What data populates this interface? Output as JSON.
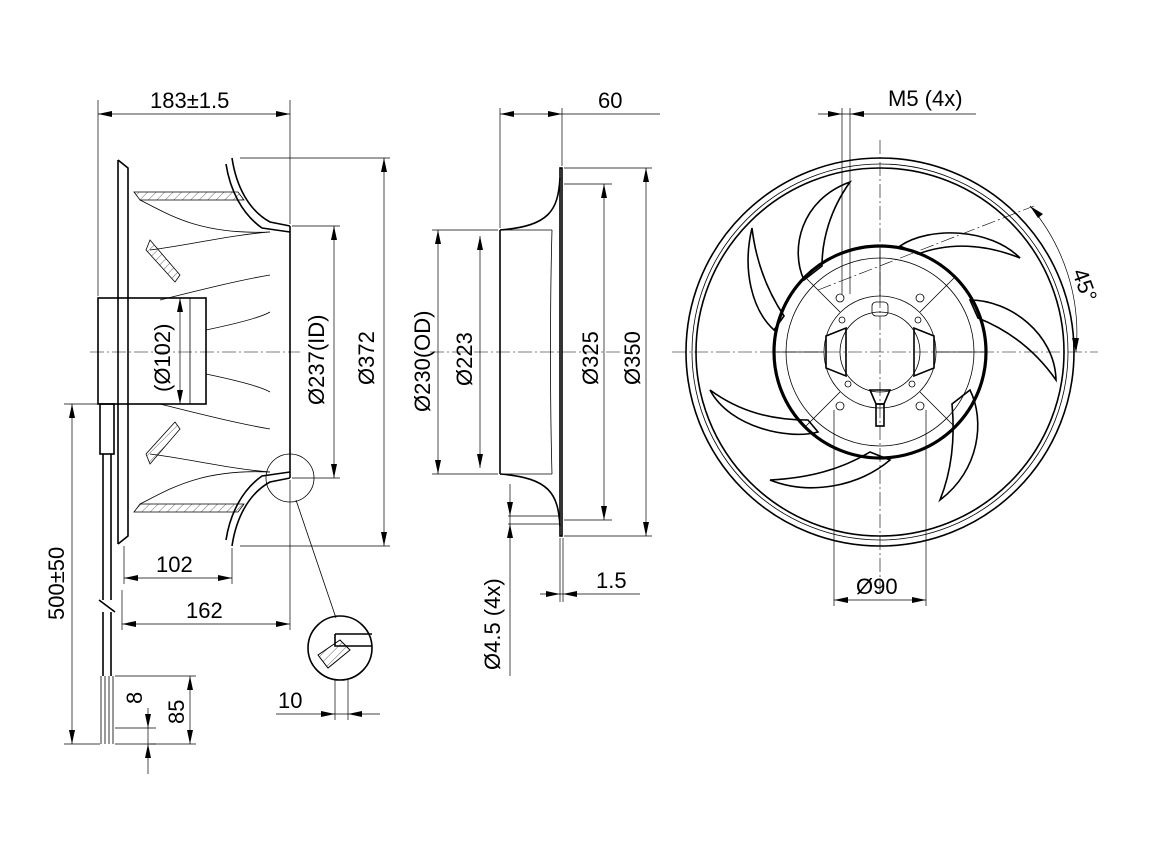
{
  "side_view": {
    "overall_length": "183±1.5",
    "hub_diameter": "(Ø102)",
    "inlet_diameter": "Ø237(ID)",
    "outer_diameter": "Ø372",
    "hub_length": "102",
    "rotor_length": "162",
    "cable_length": "500±50",
    "strip_length": "8",
    "wire_length": "85",
    "detail_size": "10"
  },
  "inlet_ring": {
    "depth": "60",
    "outer_diameter": "Ø230(OD)",
    "inner_diameter": "Ø223",
    "hole_circle": "Ø325",
    "flange_diameter": "Ø350",
    "holes": "Ø4.5 (4x)",
    "thickness": "1.5"
  },
  "front_view": {
    "threads": "M5 (4x)",
    "angle": "45°",
    "bolt_circle": "Ø90"
  }
}
